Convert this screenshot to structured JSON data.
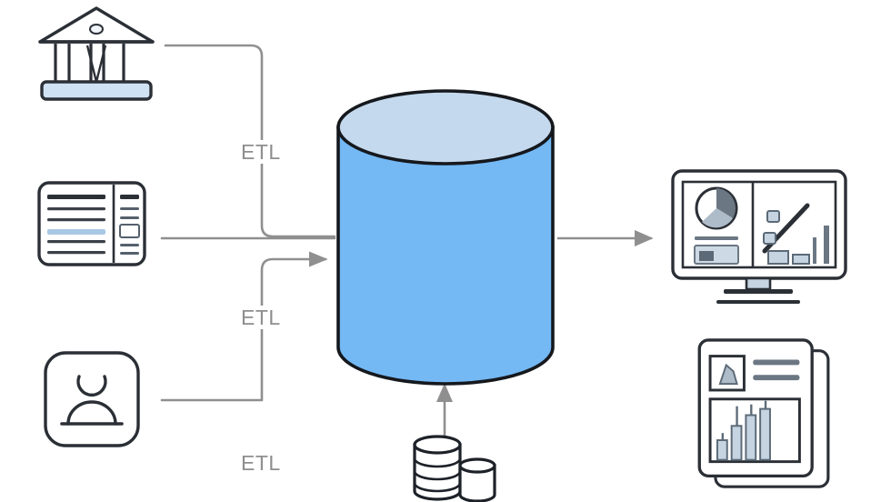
{
  "diagram": {
    "type": "data-lake-architecture",
    "background_color": "#ffffff",
    "connector_color": "#8f8f8f",
    "icon_stroke_color": "#2b2f36",
    "cylinder": {
      "label": "data-lake",
      "body_color": "#74b8f4",
      "top_color": "#c4d9ed",
      "stroke_color": "#15181d"
    },
    "sources": [
      {
        "id": "bank",
        "name": "bank-institution-icon",
        "accent_color": "#cfe2f3"
      },
      {
        "id": "document",
        "name": "document-form-icon",
        "accent_color": "#dbe8f5"
      },
      {
        "id": "user",
        "name": "user-profile-icon",
        "accent_color": "#f7f9fb"
      },
      {
        "id": "databases",
        "name": "database-stack-icon",
        "accent_color": "#eef3f8"
      }
    ],
    "outputs": [
      {
        "id": "dashboard",
        "name": "dashboard-monitor-icon",
        "accent_color": "#dce8f4"
      },
      {
        "id": "report",
        "name": "report-document-icon",
        "accent_color": "#dce8f4"
      }
    ],
    "edge_labels": [
      {
        "id": "etl-top",
        "text": "ETL"
      },
      {
        "id": "etl-middle",
        "text": "ETL"
      },
      {
        "id": "etl-bottom",
        "text": "ETL"
      }
    ]
  }
}
